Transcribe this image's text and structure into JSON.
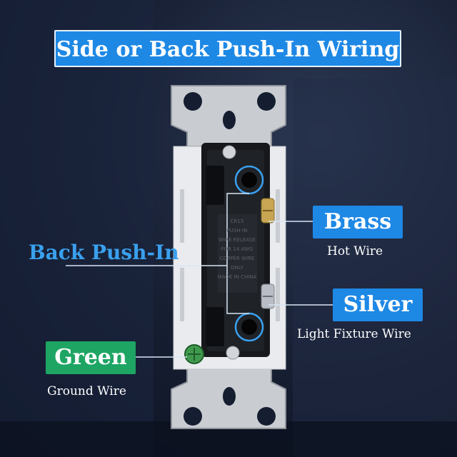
{
  "title": "Side or Back Push-In Wiring",
  "labels": {
    "back_push_in": "Back Push-In",
    "brass": "Brass",
    "brass_sub": "Hot Wire",
    "silver": "Silver",
    "silver_sub": "Light Fixture Wire",
    "green": "Green",
    "green_sub": "Ground Wire"
  },
  "switch_body_text": [
    "CR15",
    "PUSH-IN",
    "WIRE RELEASE",
    "FOR 14 AWG",
    "COPPER WIRE",
    "ONLY",
    "MADE IN CHINA"
  ],
  "colors": {
    "accent_blue": "#1e88e5",
    "label_blue": "#3aa0ee",
    "green": "#1ea564",
    "background": "#151d30"
  }
}
